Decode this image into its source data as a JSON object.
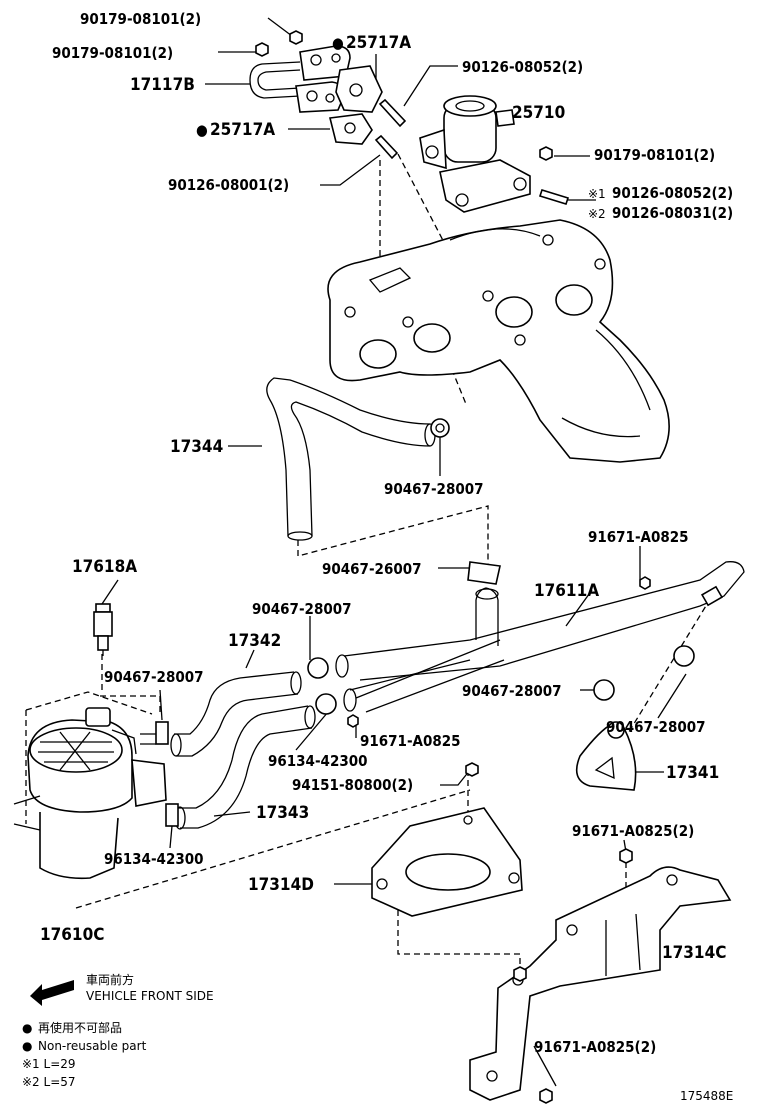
{
  "labels": {
    "p_90179_a": "90179-08101(2)",
    "p_90179_b": "90179-08101(2)",
    "p_25717A_top": "25717A",
    "p_17117B": "17117B",
    "p_90126_08052": "90126-08052(2)",
    "p_25717A_mid": "25717A",
    "p_25710": "25710",
    "p_90179_c": "90179-08101(2)",
    "p_90126_08001": "90126-08001(2)",
    "p_note1": "90126-08052(2)",
    "p_note2": "90126-08031(2)",
    "p_17344": "17344",
    "p_90467_28007_a": "90467-28007",
    "p_91671_A0825_a": "91671-A0825",
    "p_17618A": "17618A",
    "p_90467_26007": "90467-26007",
    "p_17611A": "17611A",
    "p_90467_28007_b": "90467-28007",
    "p_17342": "17342",
    "p_90467_28007_c": "90467-28007",
    "p_90467_28007_d": "90467-28007",
    "p_90467_28007_e": "90467-28007",
    "p_91671_A0825_b": "91671-A0825",
    "p_96134_42300_a": "96134-42300",
    "p_17341": "17341",
    "p_94151": "94151-80800(2)",
    "p_17343": "17343",
    "p_96134_42300_b": "96134-42300",
    "p_91671_A0825_2a": "91671-A0825(2)",
    "p_17314D": "17314D",
    "p_17610C": "17610C",
    "p_17314C": "17314C",
    "p_91671_A0825_2b": "91671-A0825(2)"
  },
  "markers": {
    "dot": "●",
    "note1": "※1",
    "note2": "※2"
  },
  "legend": {
    "front_jp": "車両前方",
    "front_en": "VEHICLE FRONT SIDE",
    "nonreuse_jp": "再使用不可部品",
    "nonreuse_en": "Non-reusable part",
    "note1": "※1 L=29",
    "note2": "※2 L=57"
  },
  "diagram_id": "175488E"
}
